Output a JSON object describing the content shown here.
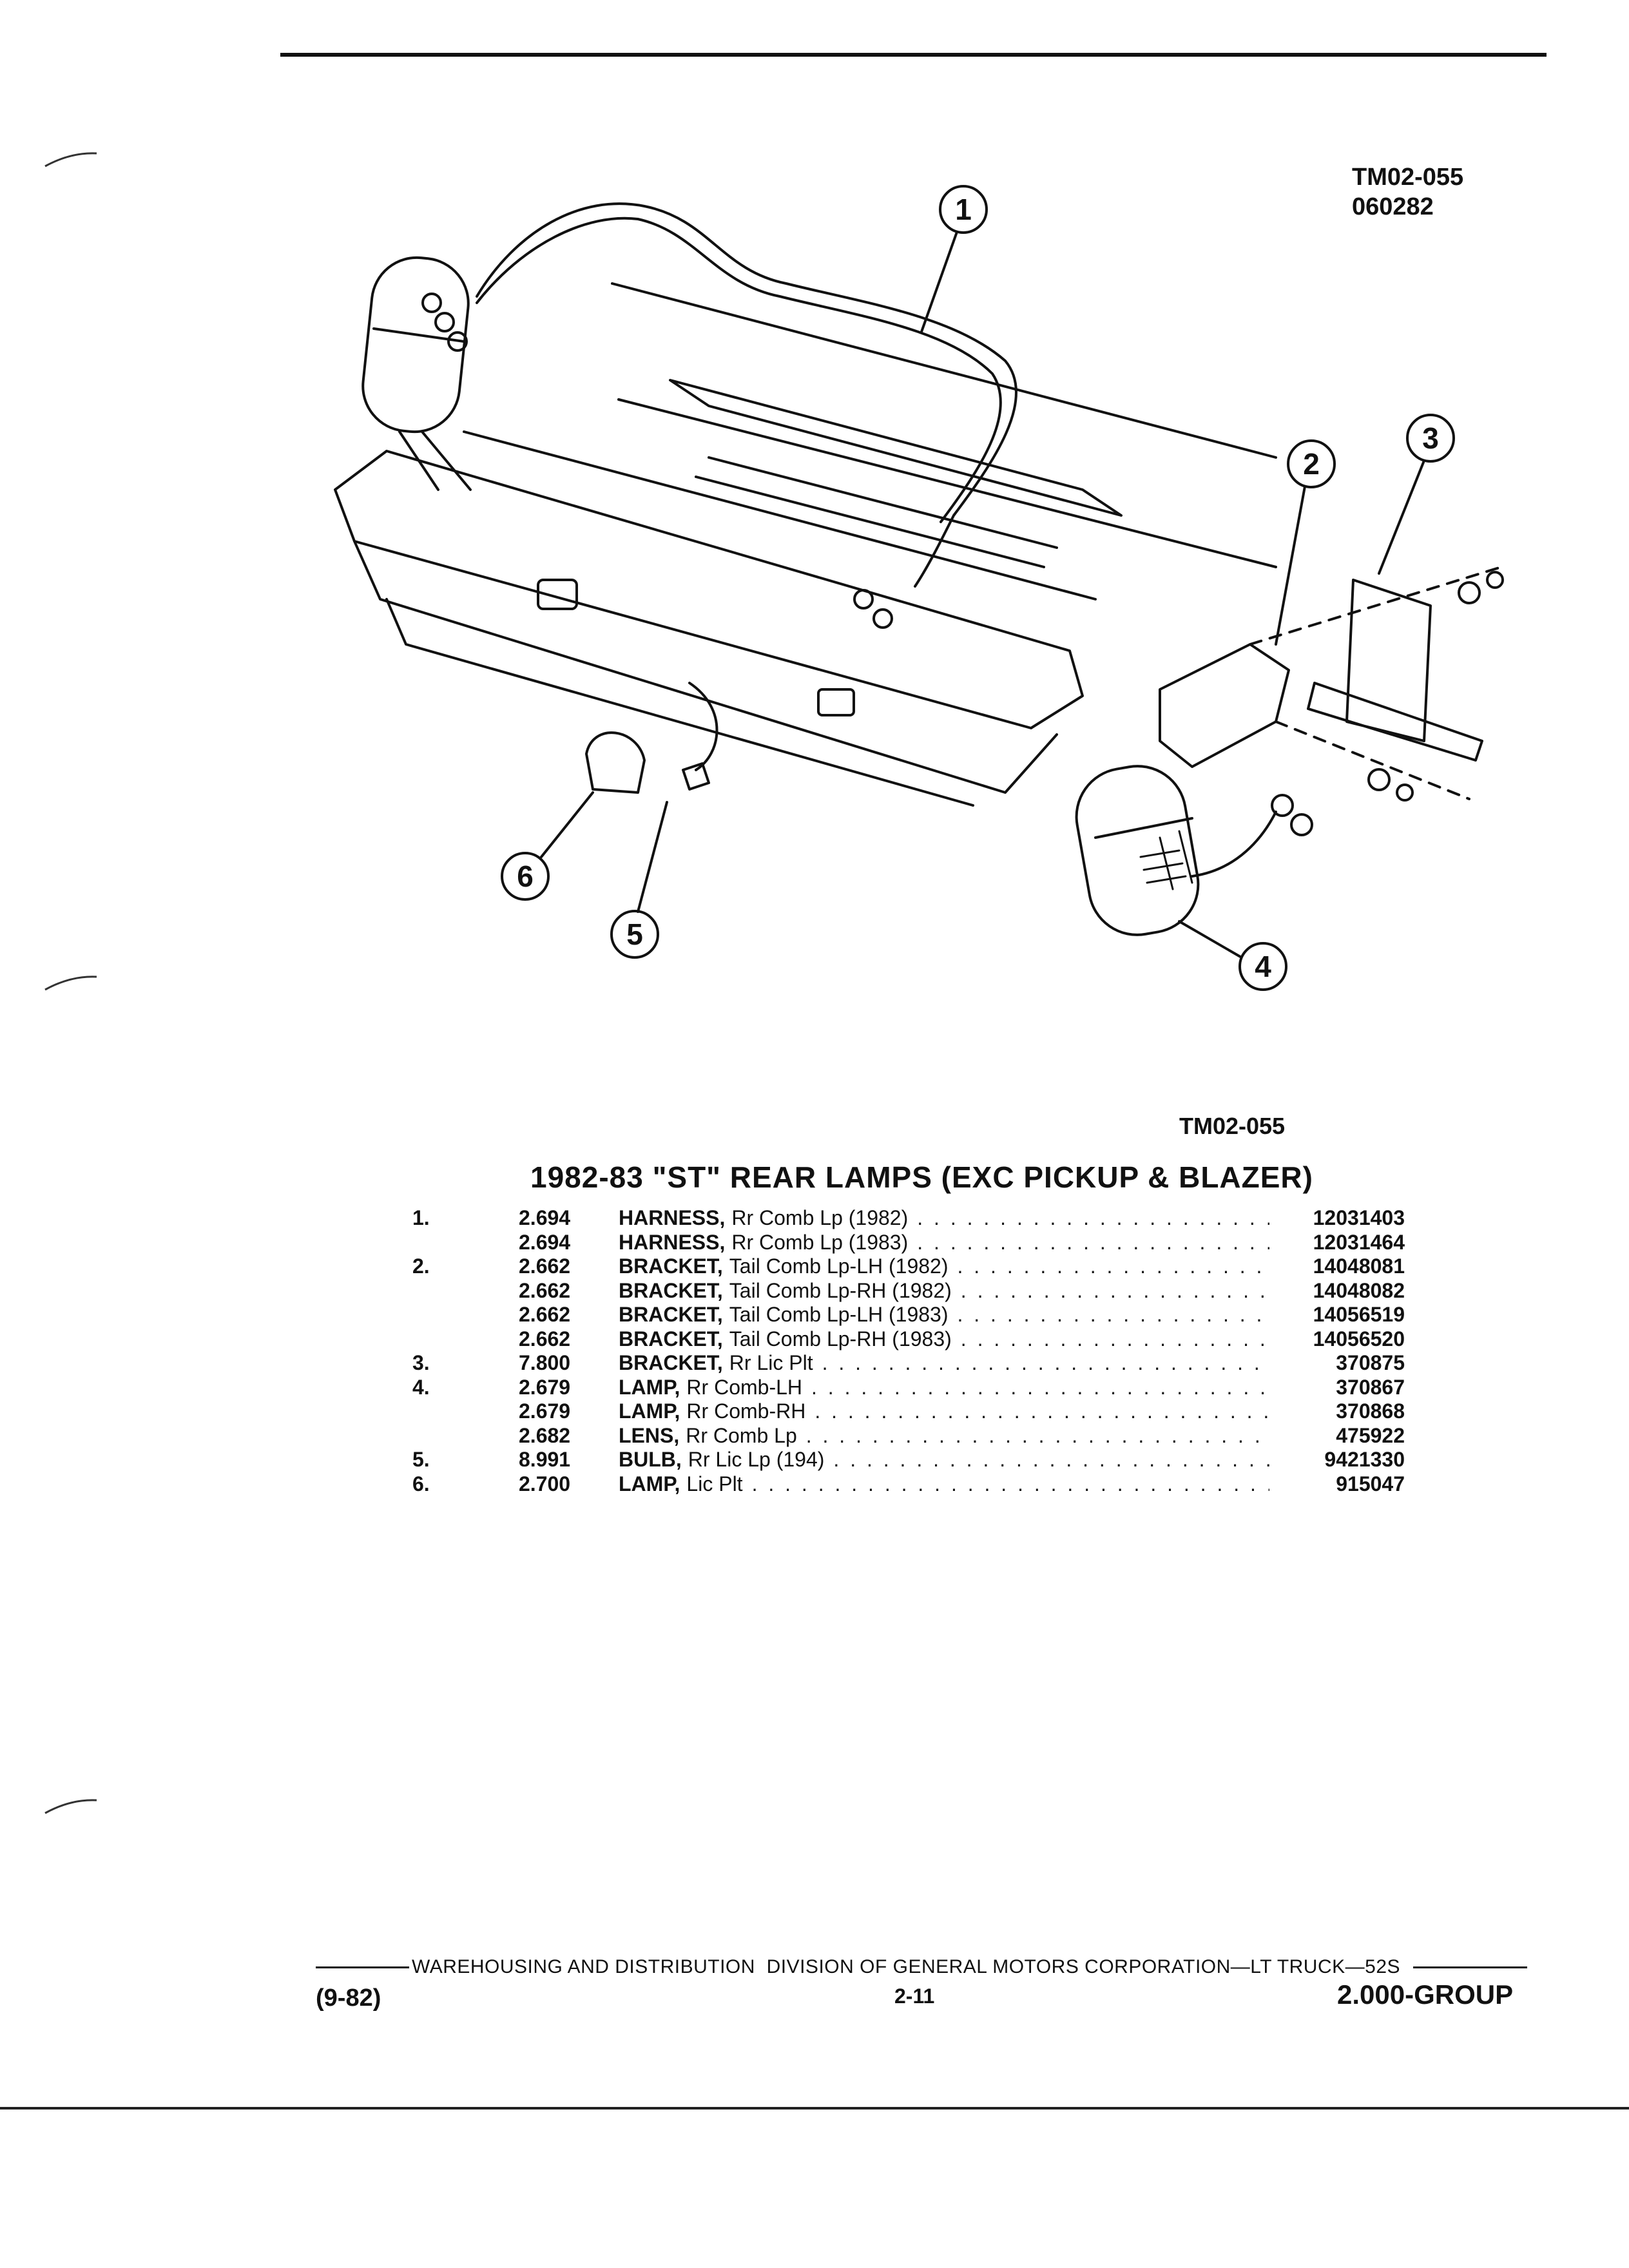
{
  "figure": {
    "ref_code": "TM02-055",
    "ref_date": "060282",
    "caption_code": "TM02-055"
  },
  "callouts": [
    "1",
    "2",
    "3",
    "4",
    "5",
    "6"
  ],
  "title": "1982-83 \"ST\" REAR LAMPS (EXC PICKUP & BLAZER)",
  "parts": [
    {
      "ref": "1.",
      "group": "2.694",
      "name": "HARNESS,",
      "desc": "Rr Comb Lp (1982)",
      "part_no": "12031403"
    },
    {
      "ref": "",
      "group": "2.694",
      "name": "HARNESS,",
      "desc": "Rr Comb Lp (1983)",
      "part_no": "12031464"
    },
    {
      "ref": "2.",
      "group": "2.662",
      "name": "BRACKET,",
      "desc": "Tail Comb Lp-LH (1982)",
      "part_no": "14048081"
    },
    {
      "ref": "",
      "group": "2.662",
      "name": "BRACKET,",
      "desc": "Tail Comb Lp-RH (1982)",
      "part_no": "14048082"
    },
    {
      "ref": "",
      "group": "2.662",
      "name": "BRACKET,",
      "desc": "Tail Comb Lp-LH (1983)",
      "part_no": "14056519"
    },
    {
      "ref": "",
      "group": "2.662",
      "name": "BRACKET,",
      "desc": "Tail Comb Lp-RH (1983)",
      "part_no": "14056520"
    },
    {
      "ref": "3.",
      "group": "7.800",
      "name": "BRACKET,",
      "desc": "Rr Lic Plt",
      "part_no": "370875"
    },
    {
      "ref": "4.",
      "group": "2.679",
      "name": "LAMP,",
      "desc": "Rr Comb-LH",
      "part_no": "370867"
    },
    {
      "ref": "",
      "group": "2.679",
      "name": "LAMP,",
      "desc": "Rr Comb-RH",
      "part_no": "370868"
    },
    {
      "ref": "",
      "group": "2.682",
      "name": "LENS,",
      "desc": "Rr Comb Lp",
      "part_no": "475922"
    },
    {
      "ref": "5.",
      "group": "8.991",
      "name": "BULB,",
      "desc": "Rr Lic Lp (194)",
      "part_no": "9421330"
    },
    {
      "ref": "6.",
      "group": "2.700",
      "name": "LAMP,",
      "desc": "Lic Plt",
      "part_no": "915047"
    }
  ],
  "footer": {
    "publisher": "WAREHOUSING AND DISTRIBUTION  DIVISION OF GENERAL MOTORS CORPORATION—LT TRUCK—52S",
    "date": "(9-82)",
    "page": "2-11",
    "group": "2.000-GROUP"
  }
}
